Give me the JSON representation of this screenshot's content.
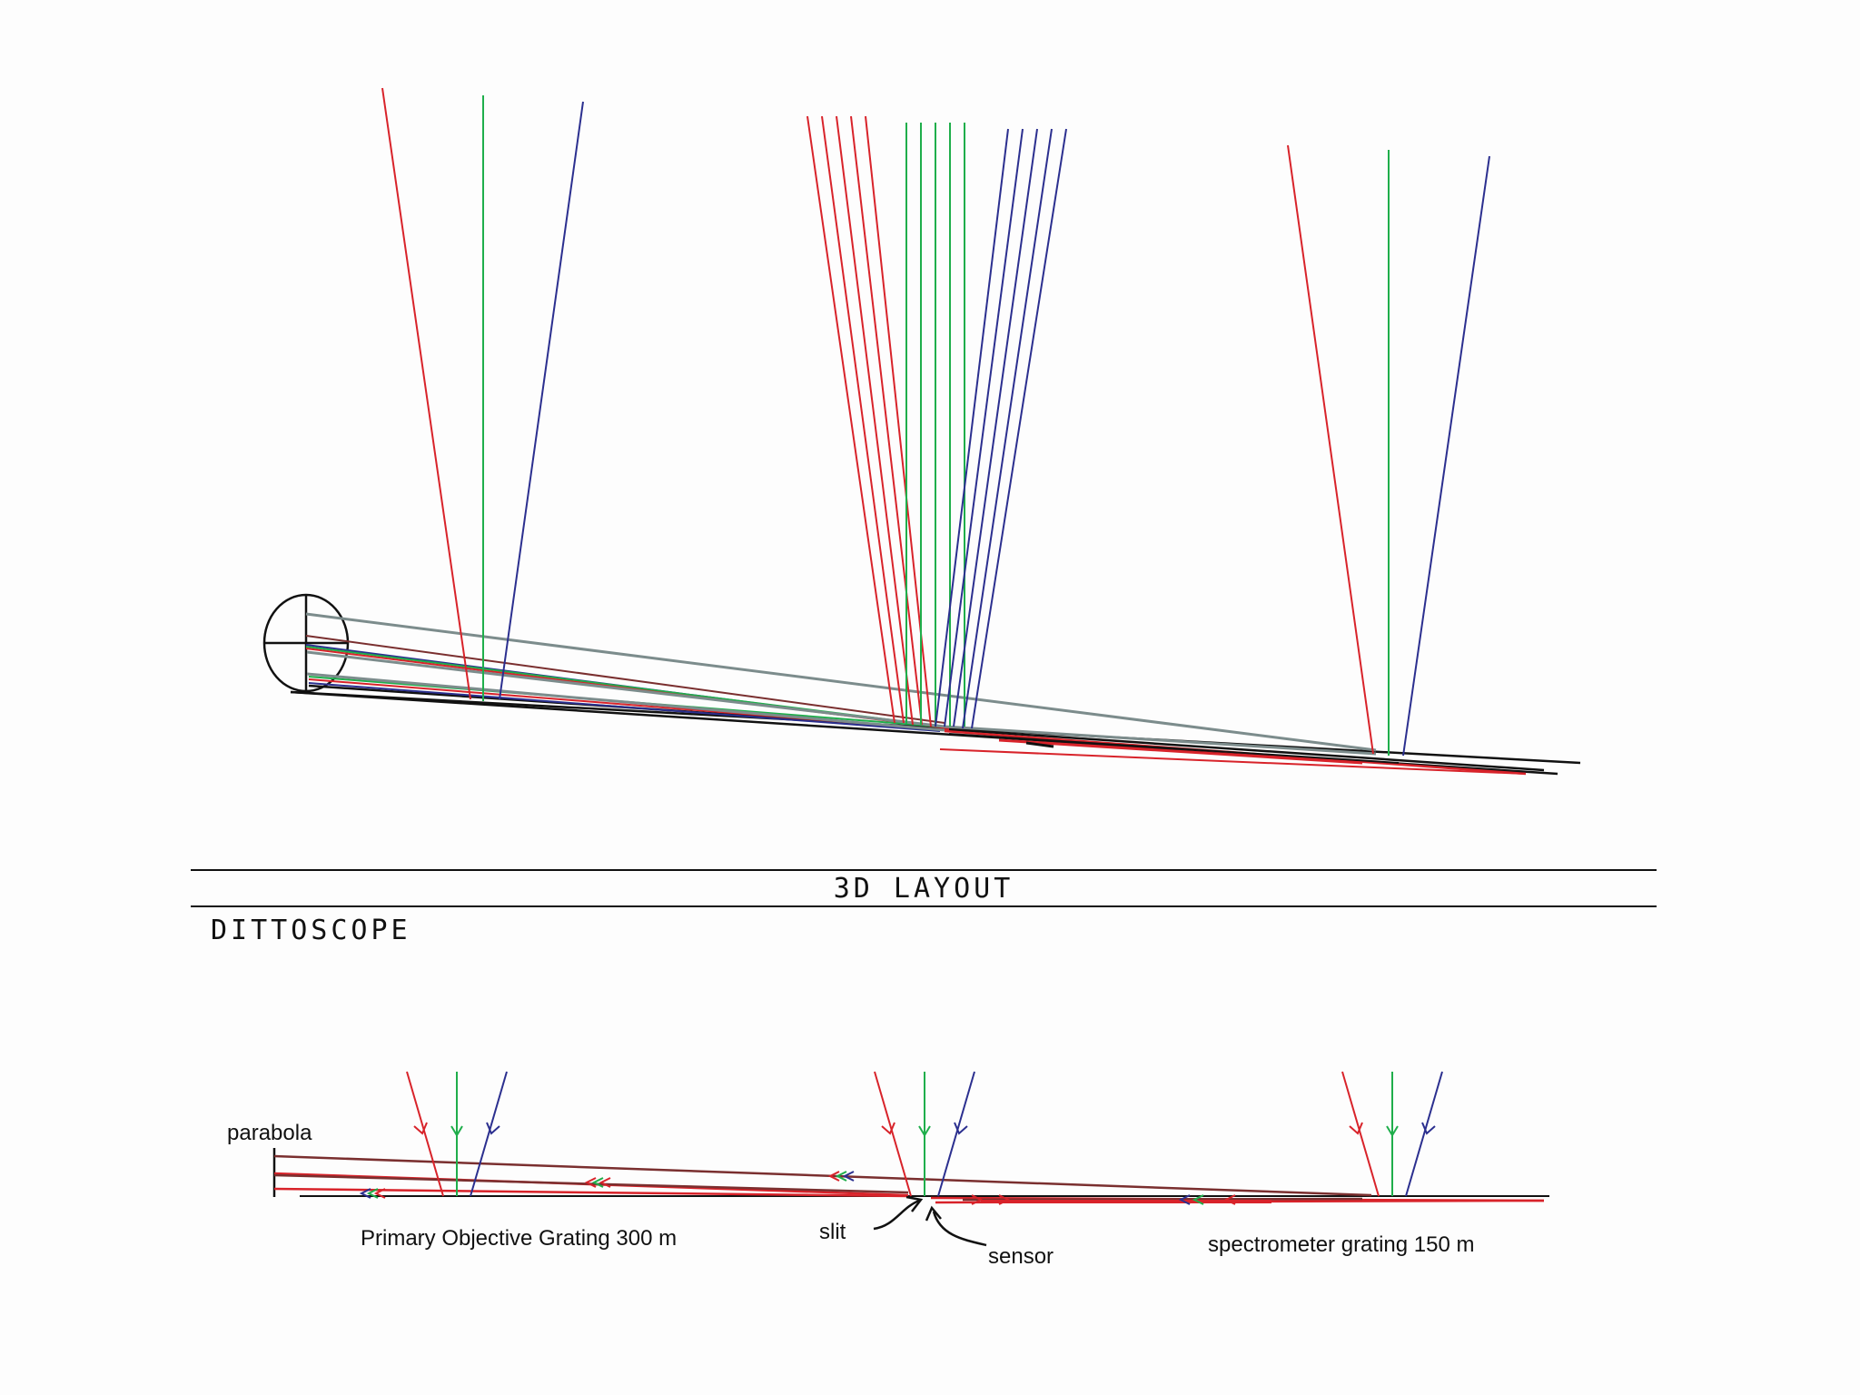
{
  "colors": {
    "red": "#d8232a",
    "green": "#1fae4b",
    "blue": "#2b2f8f",
    "gray": "#7c8c8c",
    "dark_red": "#7a2f2f",
    "black": "#111111"
  },
  "frame": {
    "title": "3D LAYOUT",
    "system_name": "DITTOSCOPE"
  },
  "labels": {
    "parabola": "parabola",
    "primary_grating": "Primary Objective Grating 300 m",
    "slit": "slit",
    "sensor": "sensor",
    "spectrometer_grating": "spectrometer grating 150 m"
  }
}
